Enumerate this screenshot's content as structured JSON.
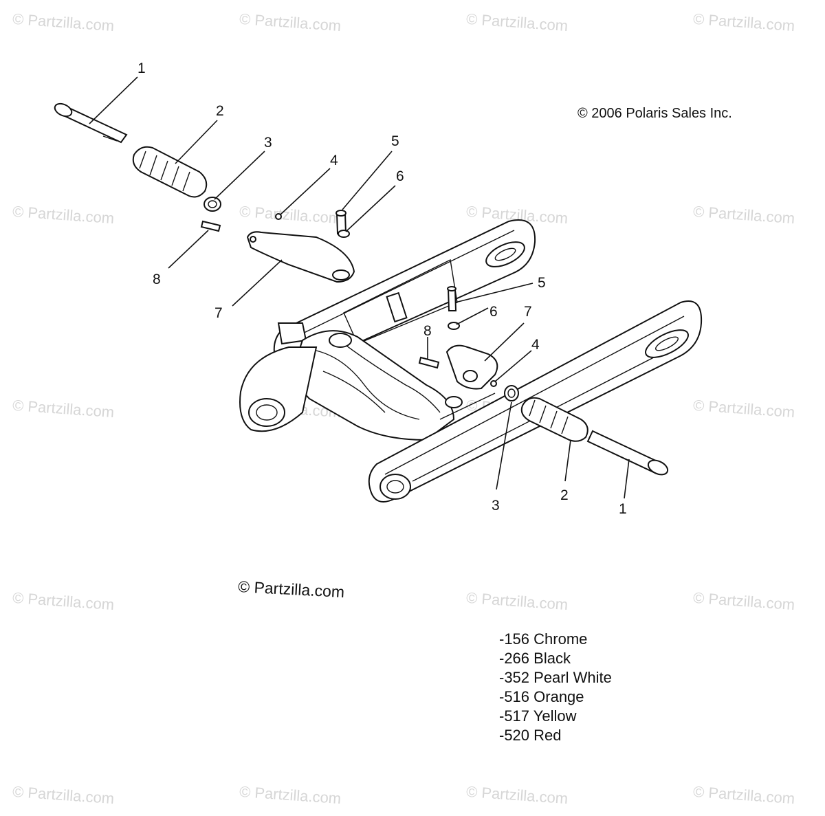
{
  "watermark_text": "© Partzilla.com",
  "copyright": "© 2006 Polaris Sales Inc.",
  "main_watermark": "© Partzilla.com",
  "callouts": {
    "c1a": "1",
    "c2a": "2",
    "c3a": "3",
    "c4a": "4",
    "c5a": "5",
    "c6a": "6",
    "c7a": "7",
    "c8a": "8",
    "c5b": "5",
    "c6b": "6",
    "c7b": "7",
    "c8b": "8",
    "c4b": "4",
    "c3b": "3",
    "c2b": "2",
    "c1b": "1"
  },
  "color_codes": [
    "-156 Chrome",
    "-266 Black",
    "-352 Pearl White",
    "-516 Orange",
    "-517 Yellow",
    "-520 Red"
  ]
}
